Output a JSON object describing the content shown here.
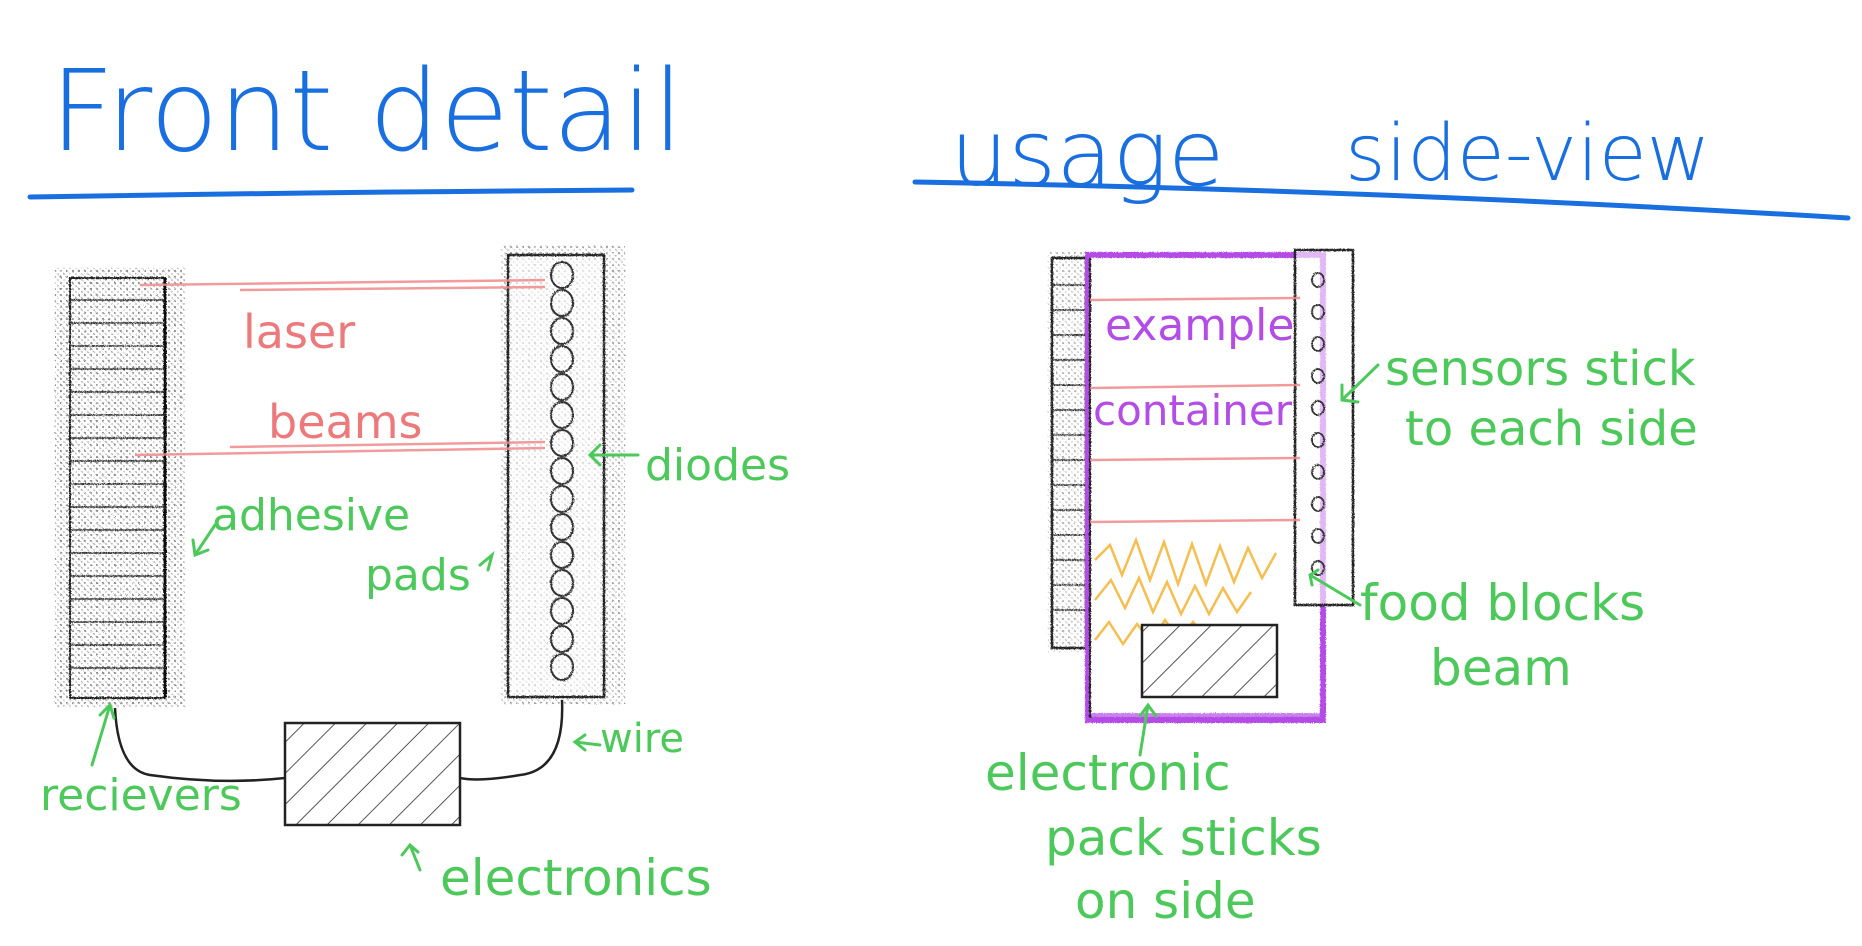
{
  "colors": {
    "title_blue": "#1a6fe0",
    "label_green": "#4cc95a",
    "laser_red": "#e8585b",
    "container_purple": "#b44ce6",
    "food_orange": "#f4b73c",
    "pencil_gray": "#333333"
  },
  "left_panel": {
    "title": "Front detail",
    "laser_text_1": "laser",
    "laser_text_2": "beams",
    "labels": {
      "diodes": "diodes",
      "adhesive_1": "adhesive",
      "adhesive_2": "pads",
      "recievers": "recievers",
      "wire": "wire",
      "electronics": "electronics"
    }
  },
  "right_panel": {
    "title_1": "usage",
    "title_2": "side-view",
    "container_text_1": "example",
    "container_text_2": "container",
    "labels": {
      "sensors_1": "sensors stick",
      "sensors_2": "to each side",
      "food_1": "food blocks",
      "food_2": "beam",
      "pack_1": "electronic",
      "pack_2": "pack sticks",
      "pack_3": "on side"
    }
  },
  "icons": [
    "arrow-icon",
    "diode-icon",
    "hatch-pattern-icon"
  ]
}
